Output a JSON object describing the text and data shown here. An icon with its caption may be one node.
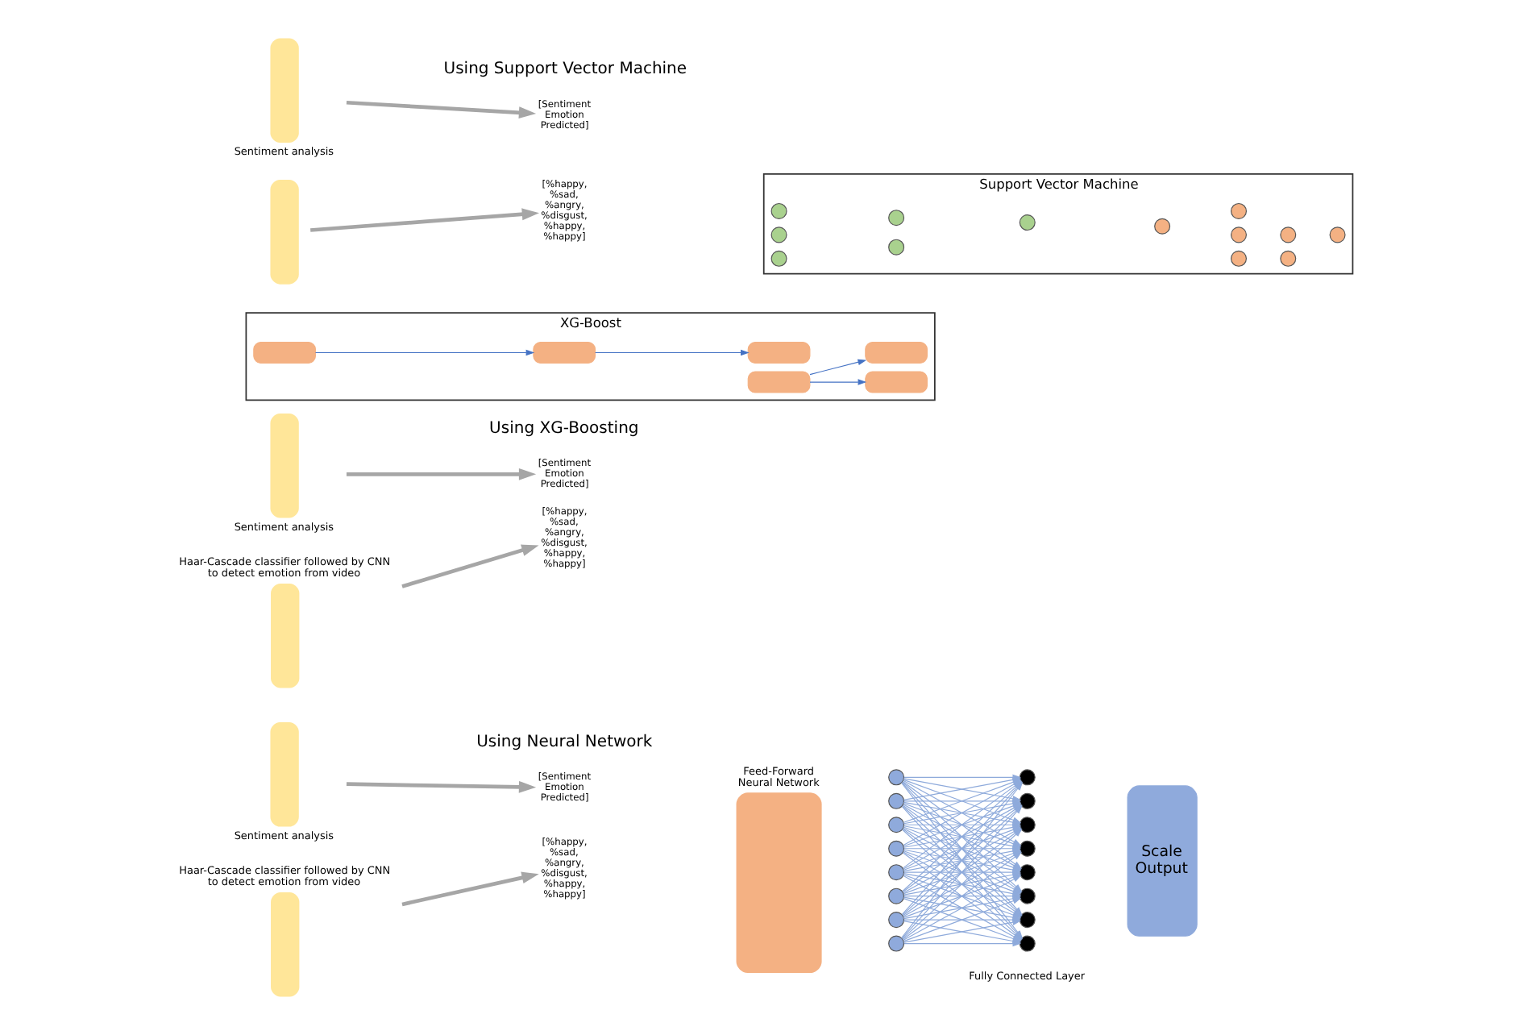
{
  "diagram": {
    "nodes": [
      {
        "text": [],
        "shape": "bar"
      },
      {
        "text": [],
        "shape": "bar",
        "beside": [
          "Sentiment analysis"
        ]
      },
      {
        "text": [
          "[%happy, %sad, %angry, %disgust, %happy, %happy]"
        ]
      },
      {
        "text": [
          "[Sentiment Emotion Predicted]"
        ]
      },
      {
        "text": [
          "Support Vector Machine"
        ]
      },
      {
        "text": [],
        "shape": "circle",
        "in": 4
      },
      {
        "text": [],
        "shape": "circle",
        "in": 4
      },
      {
        "text": [],
        "shape": "circle",
        "in": 4
      },
      {
        "text": [],
        "shape": "circle",
        "in": 4
      },
      {
        "text": [],
        "shape": "circle",
        "in": 4
      },
      {
        "text": [],
        "shape": "circle",
        "in": 4
      },
      {
        "text": [],
        "shape": "circle",
        "in": 4
      },
      {
        "text": [],
        "shape": "circle",
        "in": 4
      },
      {
        "text": [],
        "shape": "circle",
        "in": 4
      },
      {
        "text": [],
        "shape": "circle",
        "in": 4
      },
      {
        "text": [],
        "shape": "circle",
        "in": 4
      },
      {
        "text": [],
        "shape": "circle",
        "in": 4
      },
      {
        "text": [],
        "shape": "circle",
        "in": 4
      },
      {
        "text": [],
        "shape": "bar",
        "beside": [
          "Haar-Cascade classifier followed by CNN to detect emotion from video"
        ]
      },
      {
        "text": [],
        "shape": "bar",
        "beside": [
          "Sentiment analysis"
        ]
      },
      {
        "text": [
          "[%happy, %sad, %angry, %disgust, %happy, %happy]"
        ]
      },
      {
        "text": [
          "[Sentiment Emotion Predicted]"
        ]
      },
      {
        "text": [
          "XG-Boost"
        ]
      },
      {
        "text": [],
        "shape": "box",
        "in": 22
      },
      {
        "text": [],
        "shape": "box",
        "in": 22
      },
      {
        "text": [],
        "shape": "box",
        "in": 22
      },
      {
        "text": [],
        "shape": "box",
        "in": 22
      },
      {
        "text": [],
        "shape": "box",
        "in": 22
      },
      {
        "text": [],
        "shape": "box",
        "in": 22
      },
      {
        "text": [],
        "shape": "bar",
        "beside": [
          "Haar-Cascade classifier followed by CNN to detect emotion from video"
        ]
      },
      {
        "text": [],
        "shape": "bar",
        "beside": [
          "Sentiment analysis"
        ]
      },
      {
        "text": [
          "[%happy, %sad, %angry, %disgust, %happy, %happy]"
        ]
      },
      {
        "text": [
          "[Sentiment Emotion Predicted]"
        ]
      },
      {
        "text": [
          "Feed-Forward Neural Network"
        ]
      },
      {
        "text": [],
        "shape": "circle"
      },
      {
        "text": [],
        "shape": "circle"
      },
      {
        "text": [],
        "shape": "circle"
      },
      {
        "text": [],
        "shape": "circle"
      },
      {
        "text": [],
        "shape": "circle"
      },
      {
        "text": [],
        "shape": "circle"
      },
      {
        "text": [],
        "shape": "circle"
      },
      {
        "text": [],
        "shape": "circle"
      },
      {
        "text": [],
        "shape": "circle"
      },
      {
        "text": [],
        "shape": "circle"
      },
      {
        "text": [],
        "shape": "circle"
      },
      {
        "text": [],
        "shape": "circle"
      },
      {
        "text": [],
        "shape": "circle"
      },
      {
        "text": [],
        "shape": "circle"
      },
      {
        "text": [],
        "shape": "circle"
      },
      {
        "text": [],
        "shape": "circle"
      },
      {
        "text": [
          "Scale Output"
        ]
      }
    ],
    "edges": [
      {
        "from": 0,
        "to": 2,
        "arrow": "to",
        "style": "thick",
        "color": "#a6a6a6"
      },
      {
        "from": 1,
        "to": 3,
        "arrow": "to",
        "style": "thick",
        "color": "#a6a6a6"
      },
      {
        "from": 18,
        "to": 20,
        "arrow": "to",
        "style": "thick",
        "color": "#a6a6a6"
      },
      {
        "from": 19,
        "to": 21,
        "arrow": "to",
        "style": "thick",
        "color": "#a6a6a6"
      },
      {
        "from": 23,
        "to": 25,
        "arrow": "to",
        "color": "#4472c4"
      },
      {
        "from": 24,
        "to": 26,
        "arrow": "to",
        "color": "#4472c4"
      },
      {
        "from": 24,
        "to": 27,
        "arrow": "to",
        "color": "#4472c4"
      },
      {
        "from": 25,
        "to": 28,
        "arrow": "to",
        "color": "#4472c4"
      },
      {
        "from": 29,
        "to": 31,
        "arrow": "to",
        "style": "thick",
        "color": "#a6a6a6"
      },
      {
        "from": 30,
        "to": 32,
        "arrow": "to",
        "style": "thick",
        "color": "#a6a6a6"
      },
      {
        "from": 34,
        "to": 42,
        "arrow": "to"
      },
      {
        "from": 34,
        "to": 43,
        "arrow": "to"
      },
      {
        "from": 34,
        "to": 44,
        "arrow": "to"
      },
      {
        "from": 34,
        "to": 45,
        "arrow": "to"
      },
      {
        "from": 34,
        "to": 46,
        "arrow": "to"
      },
      {
        "from": 34,
        "to": 47,
        "arrow": "to"
      },
      {
        "from": 34,
        "to": 48,
        "arrow": "to"
      },
      {
        "from": 34,
        "to": 49,
        "arrow": "to"
      },
      {
        "from": 35,
        "to": 42,
        "arrow": "to"
      },
      {
        "from": 35,
        "to": 43,
        "arrow": "to"
      },
      {
        "from": 35,
        "to": 44,
        "arrow": "to"
      },
      {
        "from": 35,
        "to": 45,
        "arrow": "to"
      },
      {
        "from": 35,
        "to": 46,
        "arrow": "to"
      },
      {
        "from": 35,
        "to": 47,
        "arrow": "to"
      },
      {
        "from": 35,
        "to": 48,
        "arrow": "to"
      },
      {
        "from": 35,
        "to": 49,
        "arrow": "to"
      },
      {
        "from": 36,
        "to": 42,
        "arrow": "to"
      },
      {
        "from": 36,
        "to": 43,
        "arrow": "to"
      },
      {
        "from": 36,
        "to": 44,
        "arrow": "to"
      },
      {
        "from": 36,
        "to": 45,
        "arrow": "to"
      },
      {
        "from": 36,
        "to": 46,
        "arrow": "to"
      },
      {
        "from": 36,
        "to": 47,
        "arrow": "to"
      },
      {
        "from": 36,
        "to": 48,
        "arrow": "to"
      },
      {
        "from": 36,
        "to": 49,
        "arrow": "to"
      },
      {
        "from": 37,
        "to": 42,
        "arrow": "to"
      },
      {
        "from": 37,
        "to": 43,
        "arrow": "to"
      },
      {
        "from": 37,
        "to": 44,
        "arrow": "to"
      },
      {
        "from": 37,
        "to": 45,
        "arrow": "to"
      },
      {
        "from": 37,
        "to": 46,
        "arrow": "to"
      },
      {
        "from": 37,
        "to": 47,
        "arrow": "to"
      },
      {
        "from": 37,
        "to": 48,
        "arrow": "to"
      },
      {
        "from": 37,
        "to": 49,
        "arrow": "to"
      },
      {
        "from": 38,
        "to": 42,
        "arrow": "to"
      },
      {
        "from": 38,
        "to": 43,
        "arrow": "to"
      },
      {
        "from": 38,
        "to": 44,
        "arrow": "to"
      },
      {
        "from": 38,
        "to": 45,
        "arrow": "to"
      },
      {
        "from": 38,
        "to": 46,
        "arrow": "to"
      },
      {
        "from": 38,
        "to": 47,
        "arrow": "to"
      },
      {
        "from": 38,
        "to": 48,
        "arrow": "to"
      },
      {
        "from": 38,
        "to": 49,
        "arrow": "to"
      },
      {
        "from": 39,
        "to": 42,
        "arrow": "to"
      },
      {
        "from": 39,
        "to": 43,
        "arrow": "to"
      },
      {
        "from": 39,
        "to": 44,
        "arrow": "to"
      },
      {
        "from": 39,
        "to": 45,
        "arrow": "to"
      },
      {
        "from": 39,
        "to": 46,
        "arrow": "to"
      },
      {
        "from": 39,
        "to": 47,
        "arrow": "to"
      },
      {
        "from": 39,
        "to": 48,
        "arrow": "to"
      },
      {
        "from": 39,
        "to": 49,
        "arrow": "to"
      },
      {
        "from": 40,
        "to": 42,
        "arrow": "to"
      },
      {
        "from": 40,
        "to": 43,
        "arrow": "to"
      },
      {
        "from": 40,
        "to": 44,
        "arrow": "to"
      },
      {
        "from": 40,
        "to": 45,
        "arrow": "to"
      },
      {
        "from": 40,
        "to": 46,
        "arrow": "to"
      },
      {
        "from": 40,
        "to": 47,
        "arrow": "to"
      },
      {
        "from": 40,
        "to": 48,
        "arrow": "to"
      },
      {
        "from": 40,
        "to": 49,
        "arrow": "to"
      },
      {
        "from": 41,
        "to": 42,
        "arrow": "to"
      },
      {
        "from": 41,
        "to": 43,
        "arrow": "to"
      },
      {
        "from": 41,
        "to": 44,
        "arrow": "to"
      },
      {
        "from": 41,
        "to": 45,
        "arrow": "to"
      },
      {
        "from": 41,
        "to": 46,
        "arrow": "to"
      },
      {
        "from": 41,
        "to": 47,
        "arrow": "to"
      },
      {
        "from": 41,
        "to": 48,
        "arrow": "to"
      },
      {
        "from": 41,
        "to": 49,
        "arrow": "to"
      }
    ],
    "labels": [
      "Using Support Vector Machine",
      "Using XG-Boosting",
      "Fully Connected Layer",
      "Using Neural Network"
    ]
  }
}
